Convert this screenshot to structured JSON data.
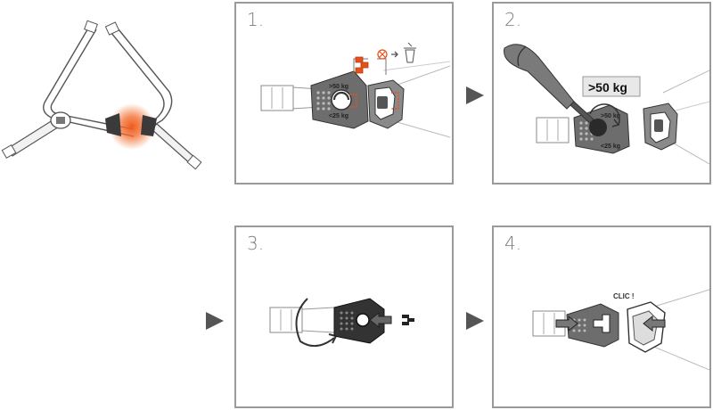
{
  "steps": [
    {
      "number": "1."
    },
    {
      "number": "2."
    },
    {
      "number": "3."
    },
    {
      "number": "4."
    }
  ],
  "labels": {
    "over_50": ">50 kg",
    "under_25": "<25 kg",
    "callout": ">50 kg",
    "click": "CLIC !"
  },
  "colors": {
    "border": "#9a9a9a",
    "glow": "#f05a1e",
    "accent_orange": "#e8501a",
    "arrow": "#555555",
    "dark_part": "#3a3a3a"
  }
}
